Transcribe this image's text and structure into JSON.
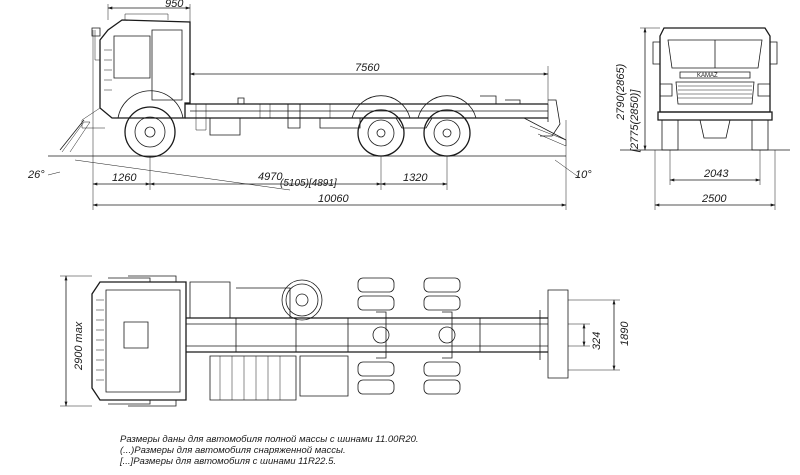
{
  "side_view": {
    "dims": {
      "cab_overhang": "950",
      "wheelbase_total": "7560",
      "front_overhang": "1260",
      "wheelbase_main": "4970",
      "wheelbase_alt": "(5105)[4891]",
      "bogie_spacing": "1320",
      "overall_length": "10060",
      "approach_angle": "26°",
      "departure_angle": "10°"
    }
  },
  "front_view": {
    "dims": {
      "height": "2790(2865)",
      "height_alt": "[2775(2850)]",
      "track": "2043",
      "width": "2500"
    },
    "badge": "KAMAZ"
  },
  "top_view": {
    "dims": {
      "max_width": "2900 max",
      "frame_width": "1890",
      "frame_inner": "324"
    }
  },
  "notes": [
    "Размеры даны для автомобиля полной массы с шинами 11.00R20.",
    "(...)Размеры для автомобиля снаряженной массы.",
    "[...]Размеры для автомобиля с шинами 11R22.5."
  ]
}
